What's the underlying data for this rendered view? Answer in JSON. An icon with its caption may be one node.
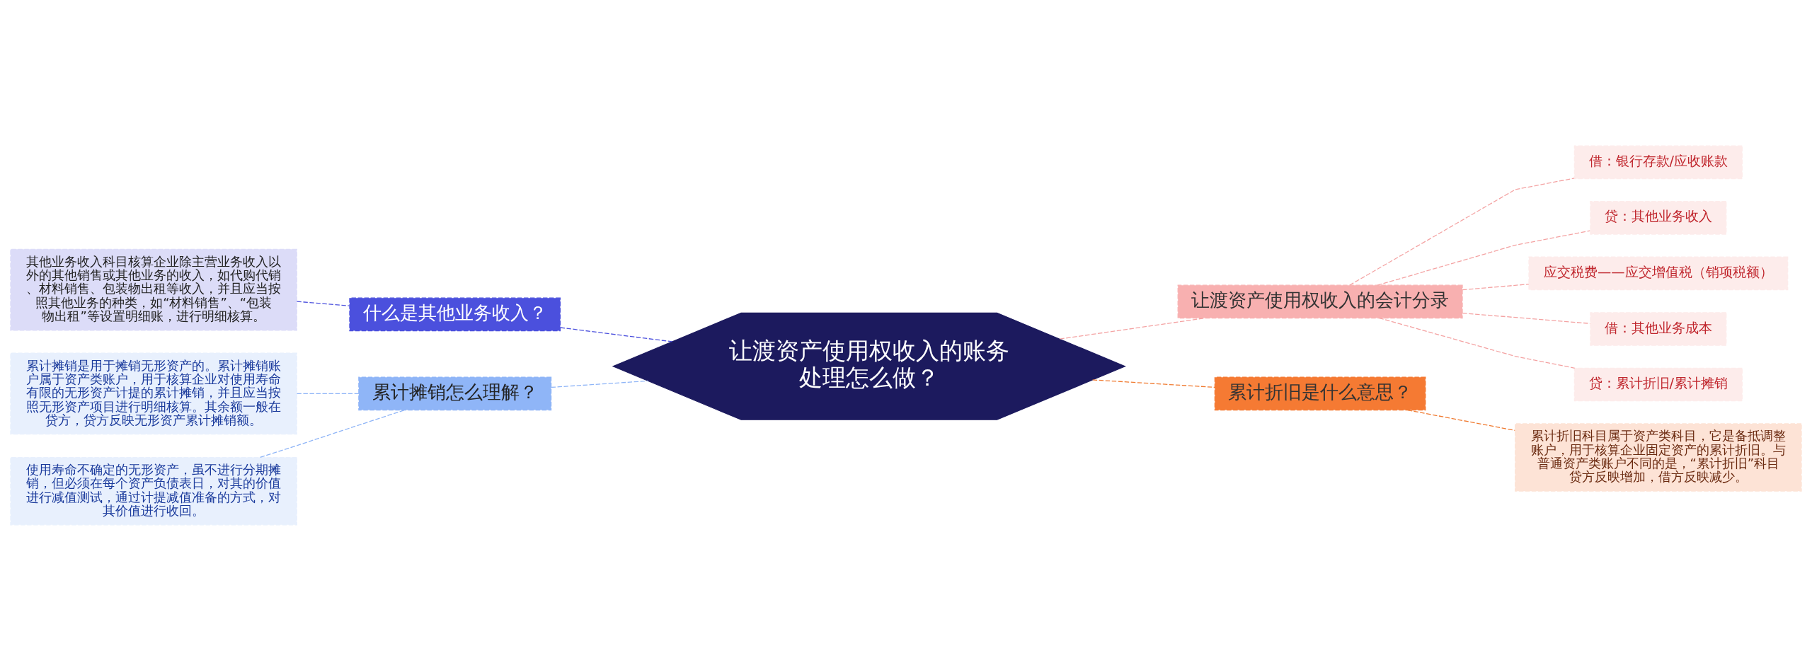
{
  "diagram": {
    "nodes": [
      {
        "text": [
          "让渡资产使用权收入的账务处理怎么做？"
        ]
      },
      {
        "text": [
          "什么是其他业务收入？"
        ]
      },
      {
        "text": [
          "其他业务收入科目核算企业除主营业务收入以外的其他销售或其他业务的收入，如代购代销、材料销售、包装物出租等收入，并且应当按照其他业务的种类，如“材料销售”、“包装物出租”等设置明细账，进行明细核算。"
        ]
      },
      {
        "text": [
          "累计摊销怎么理解？"
        ]
      },
      {
        "text": [
          "累计摊销是用于摊销无形资产的。累计摊销账户属于资产类账户，用于核算企业对使用寿命有限的无形资产计提的累计摊销，并且应当按照无形资产项目进行明细核算。其余额一般在贷方，贷方反映无形资产累计摊销额。"
        ]
      },
      {
        "text": [
          "使用寿命不确定的无形资产，虽不进行分期摊销，但必须在每个资产负债表日，对其的价值进行减值测试，通过计提减值准备的方式，对其价值进行收回。"
        ]
      },
      {
        "text": [
          "让渡资产使用权收入的会计分录"
        ]
      },
      {
        "text": [
          "借：银行存款/应收账款"
        ]
      },
      {
        "text": [
          "贷：其他业务收入"
        ]
      },
      {
        "text": [
          "应交税费——应交增值税（销项税额）"
        ]
      },
      {
        "text": [
          "借：其他业务成本"
        ]
      },
      {
        "text": [
          "贷：累计折旧/累计摊销"
        ]
      },
      {
        "text": [
          "累计折旧是什么意思？"
        ]
      },
      {
        "text": [
          "累计折旧科目属于资产类科目，它是备抵调整账户，用于核算企业固定资产的累计折旧。与普通资产类账户不同的是，“累计折旧”科目贷方反映增加，借方反映减少。"
        ]
      }
    ],
    "edges": [
      {
        "from": 0,
        "to": 1,
        "arrow": "none",
        "style": "dashed",
        "color": "#4b50dd"
      },
      {
        "from": 1,
        "to": 2,
        "arrow": "none",
        "style": "dashed",
        "color": "#4b50dd"
      },
      {
        "from": 0,
        "to": 3,
        "arrow": "none",
        "style": "dashed",
        "color": "#8fb5f7"
      },
      {
        "from": 3,
        "to": 4,
        "arrow": "none",
        "style": "dashed",
        "color": "#8fb5f7"
      },
      {
        "from": 3,
        "to": 5,
        "arrow": "none",
        "style": "dashed",
        "color": "#8fb5f7"
      },
      {
        "from": 0,
        "to": 6,
        "arrow": "none",
        "style": "dashed",
        "color": "#f4a3a3"
      },
      {
        "from": 6,
        "to": 7,
        "arrow": "none",
        "style": "dashed",
        "color": "#f4a3a3"
      },
      {
        "from": 6,
        "to": 8,
        "arrow": "none",
        "style": "dashed",
        "color": "#f4a3a3"
      },
      {
        "from": 6,
        "to": 9,
        "arrow": "none",
        "style": "dashed",
        "color": "#f4a3a3"
      },
      {
        "from": 6,
        "to": 10,
        "arrow": "none",
        "style": "dashed",
        "color": "#f4a3a3"
      },
      {
        "from": 6,
        "to": 11,
        "arrow": "none",
        "style": "dashed",
        "color": "#f4a3a3"
      },
      {
        "from": 0,
        "to": 12,
        "arrow": "none",
        "style": "dashed",
        "color": "#f07a30"
      },
      {
        "from": 12,
        "to": 13,
        "arrow": "none",
        "style": "dashed",
        "color": "#f07a30"
      }
    ]
  }
}
